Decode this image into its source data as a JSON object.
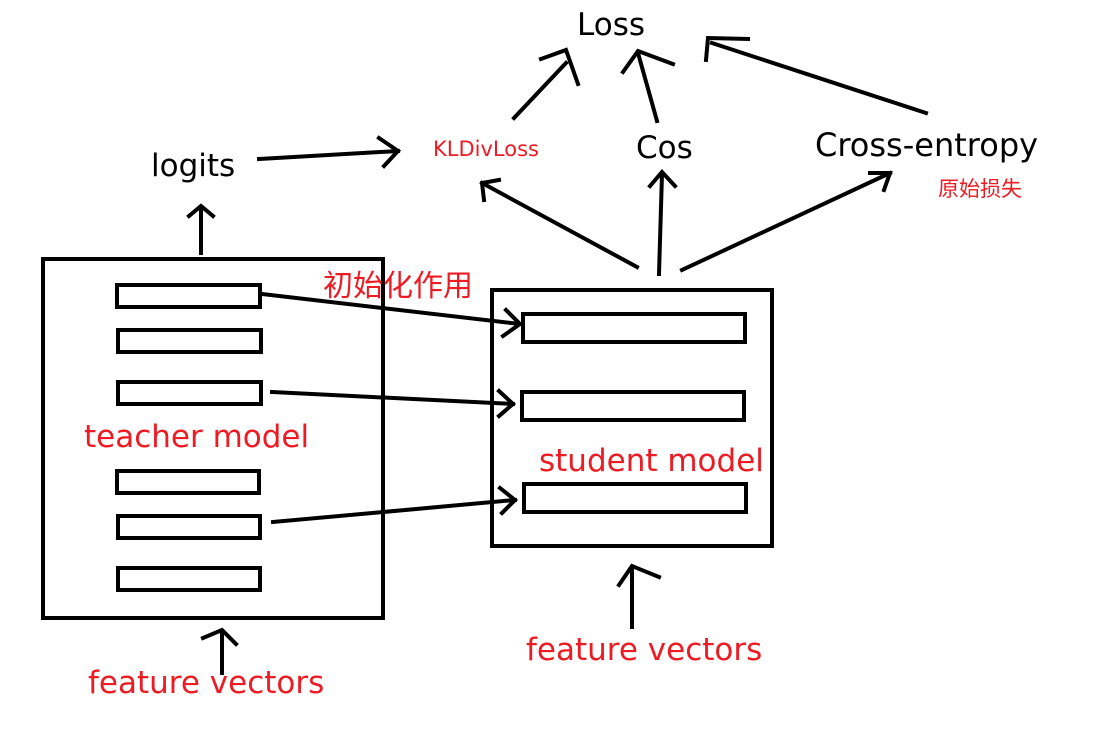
{
  "labels": {
    "loss": "Loss",
    "kldivloss": "KLDivLoss",
    "cos": "Cos",
    "cross_entropy": "Cross-entropy",
    "original_loss": "原始损失",
    "logits": "logits",
    "init_effect": "初始化作用",
    "teacher_model": "teacher model",
    "student_model": "student model",
    "feature_vectors_teacher": "feature vectors",
    "feature_vectors_student": "feature vectors"
  },
  "colors": {
    "ink": "#000000",
    "annotation": "#ed1c24"
  }
}
